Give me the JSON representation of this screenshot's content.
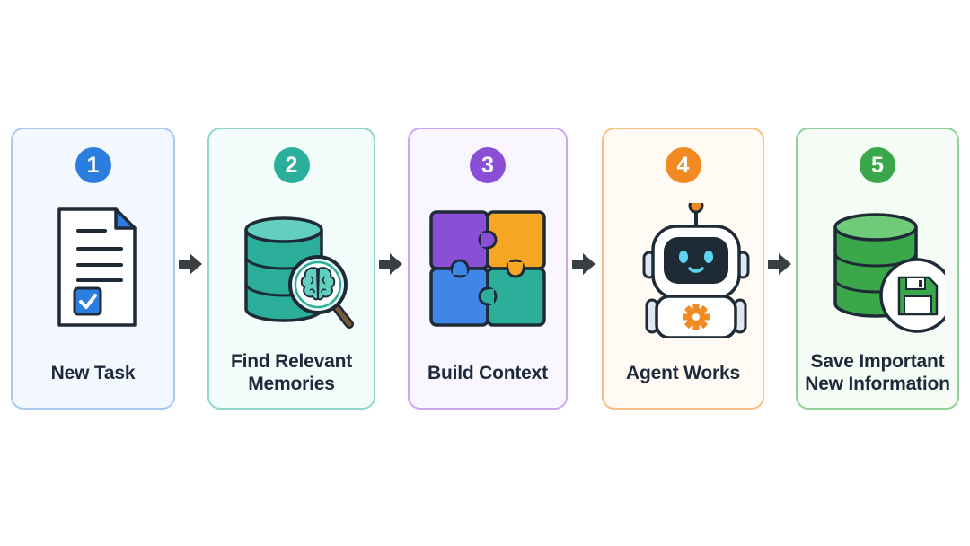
{
  "steps": [
    {
      "number": "1",
      "label_lines": [
        "New Task"
      ],
      "icon": "document-checkbox-icon",
      "color": "#2b7de0",
      "border": "#a9c9f2",
      "bg": "#f3f8ff"
    },
    {
      "number": "2",
      "label_lines": [
        "Find Relevant",
        "Memories"
      ],
      "icon": "database-brain-search-icon",
      "color": "#2bae9a",
      "border": "#8fd9cc",
      "bg": "#f2fcfa"
    },
    {
      "number": "3",
      "label_lines": [
        "Build Context"
      ],
      "icon": "puzzle-icon",
      "color": "#8a4fd6",
      "border": "#c9a8ef",
      "bg": "#faf6ff"
    },
    {
      "number": "4",
      "label_lines": [
        "Agent Works"
      ],
      "icon": "robot-gear-icon",
      "color": "#f28a22",
      "border": "#f7be86",
      "bg": "#fffaf4"
    },
    {
      "number": "5",
      "label_lines": [
        "Save Important",
        "New Information"
      ],
      "icon": "database-save-icon",
      "color": "#3aa84a",
      "border": "#8fd198",
      "bg": "#f5fcf5"
    }
  ],
  "arrow_icon": "arrow-right-icon",
  "arrow_color": "#3a3f44"
}
